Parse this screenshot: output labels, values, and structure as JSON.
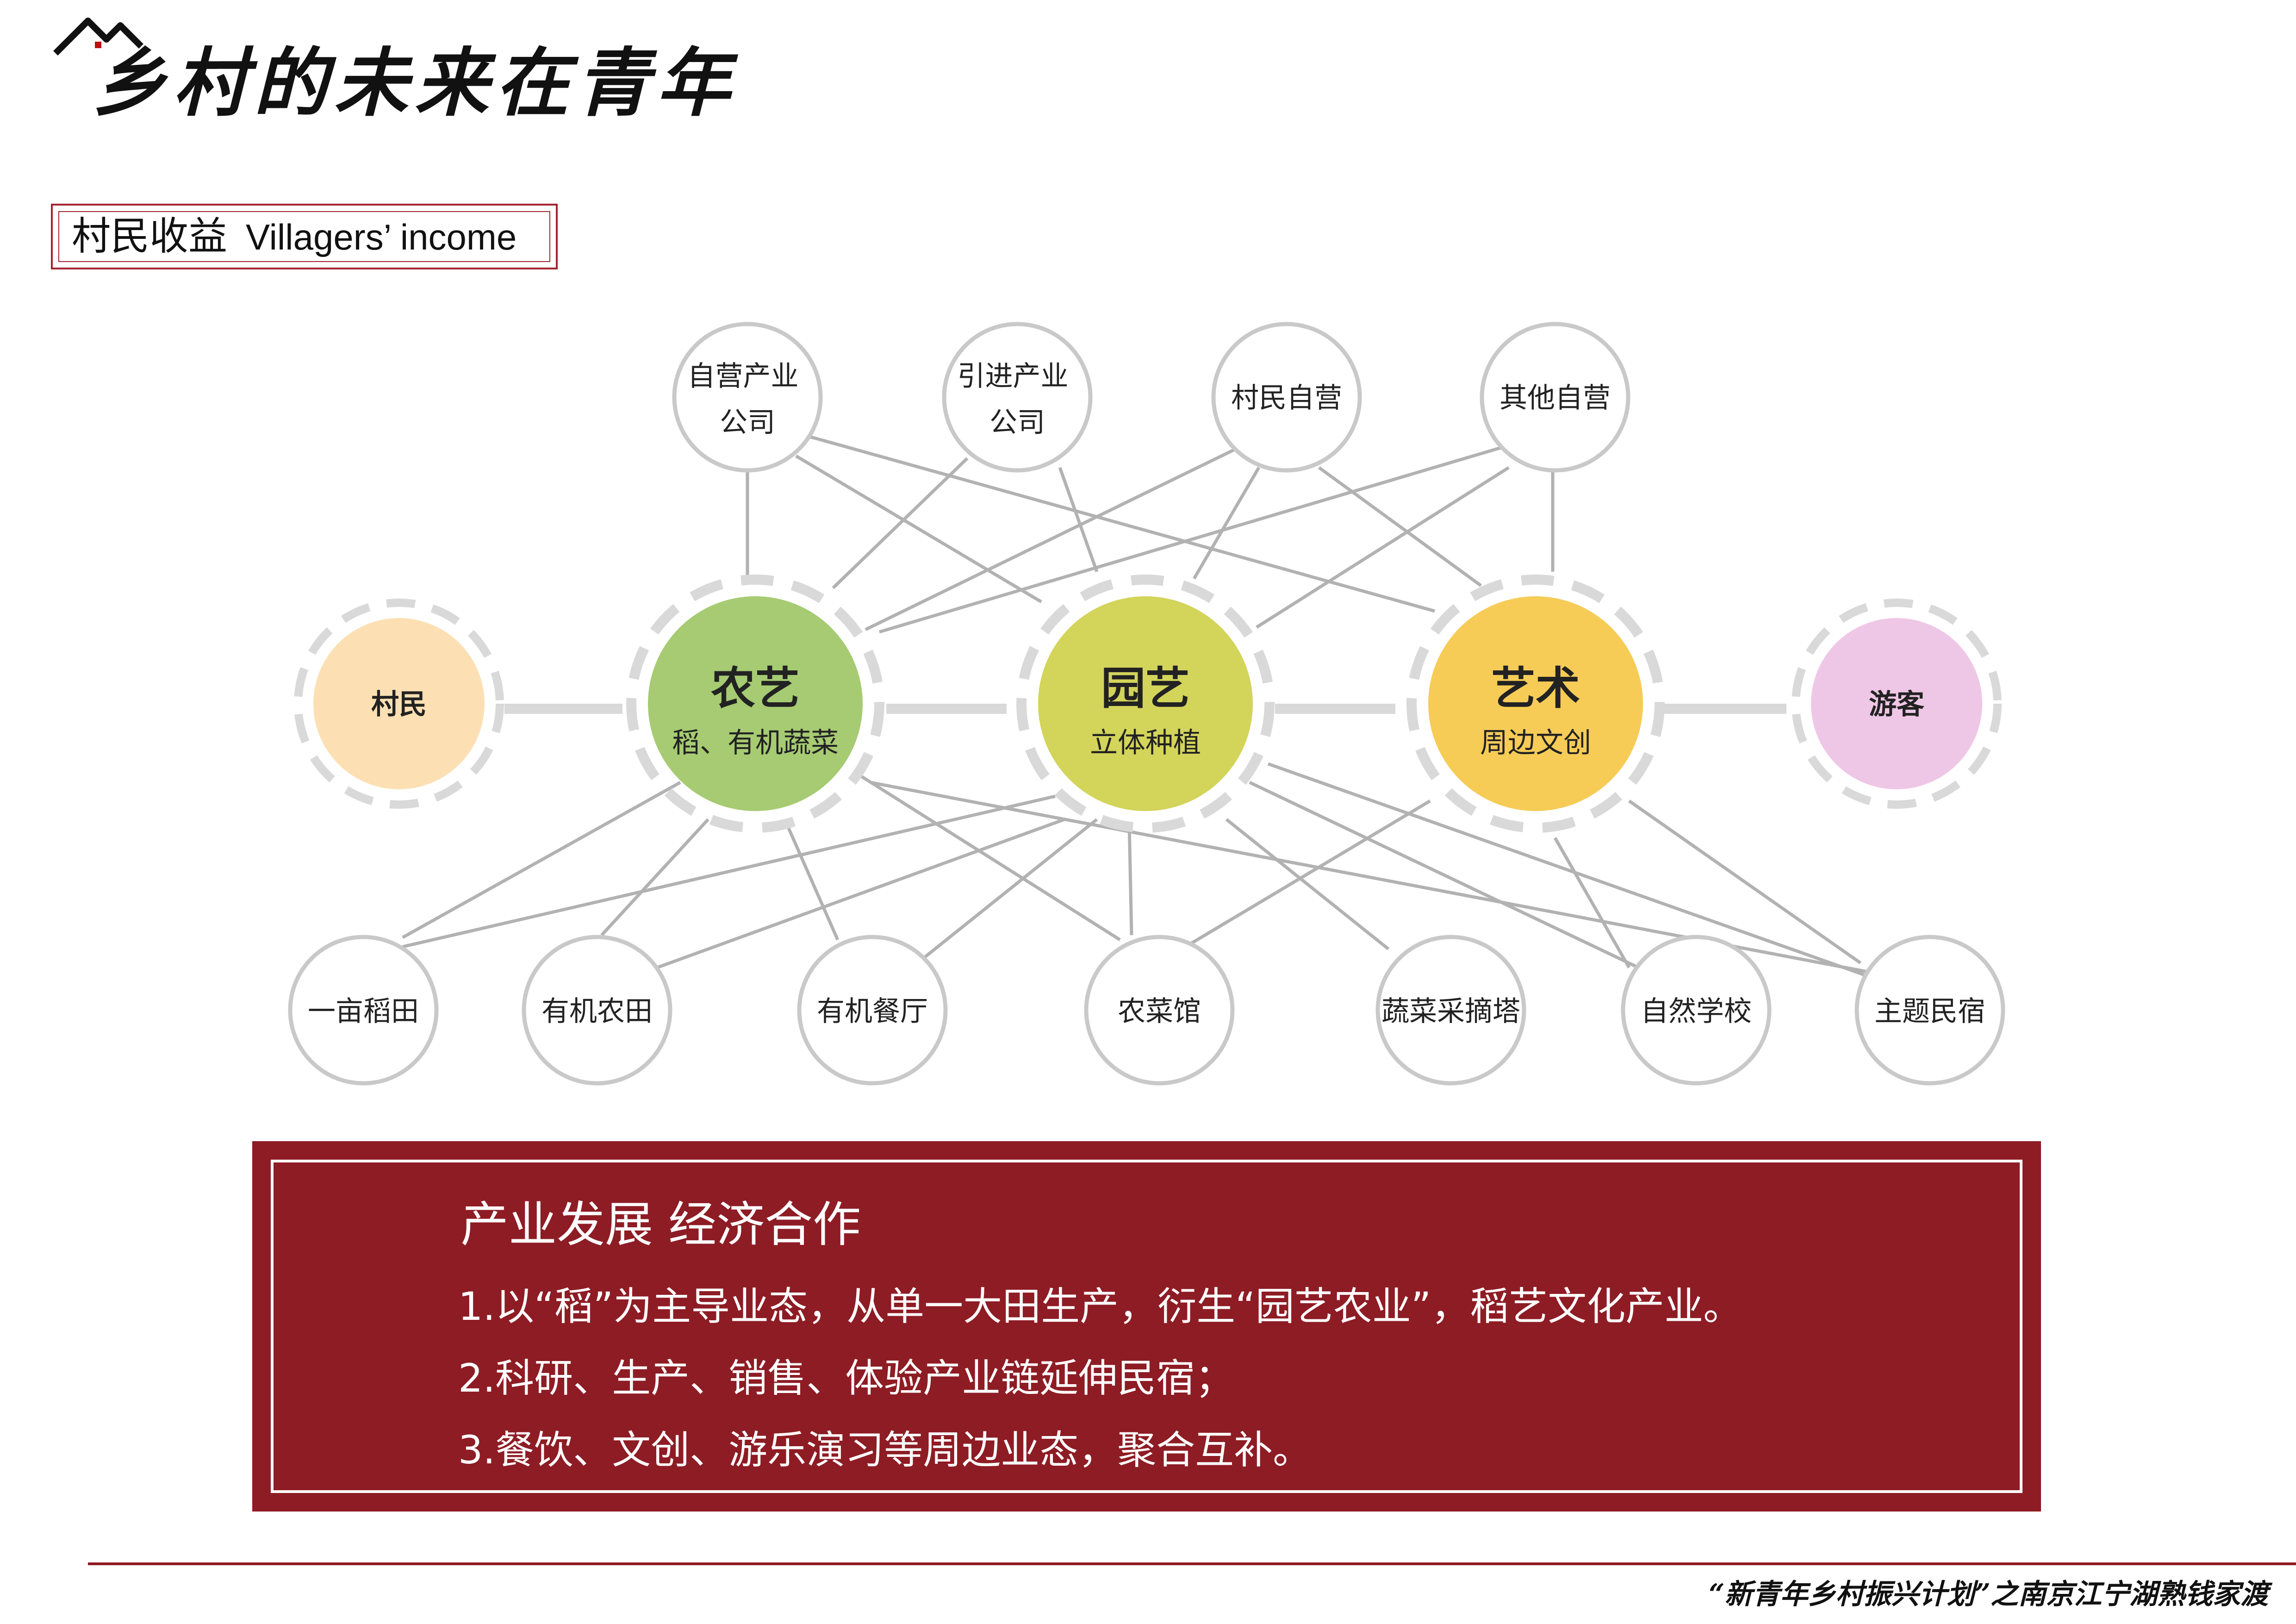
{
  "header": {
    "logo_text": "乡村的未来在青年"
  },
  "section": {
    "title_cn": "村民收益",
    "title_en": "Villagers’ income"
  },
  "diagram": {
    "top_nodes": [
      {
        "lines": [
          "自营产业",
          "公司"
        ]
      },
      {
        "lines": [
          "引进产业",
          "公司"
        ]
      },
      {
        "lines": [
          "村民自营"
        ]
      },
      {
        "lines": [
          "其他自营"
        ]
      }
    ],
    "side_left": {
      "label": "村民",
      "color": "#fce0b4"
    },
    "side_right": {
      "label": "游客",
      "color": "#efc7e6"
    },
    "hubs": [
      {
        "title": "农艺",
        "subtitle": "稻、有机蔬菜",
        "color": "#a6cb72"
      },
      {
        "title": "园艺",
        "subtitle": "立体种植",
        "color": "#d3d45a"
      },
      {
        "title": "艺术",
        "subtitle": "周边文创",
        "color": "#f6cc57"
      }
    ],
    "bottom_nodes": [
      "一亩稻田",
      "有机农田",
      "有机餐厅",
      "农菜馆",
      "蔬菜采摘塔",
      "自然学校",
      "主题民宿"
    ],
    "colors": {
      "line": "#b2b2b2",
      "ring": "#d9d9d9",
      "node_border": "#c9c9c9"
    }
  },
  "panel": {
    "title": "产业发展 经济合作",
    "lines": [
      "1.以“稻”为主导业态，从单一大田生产，衍生“园艺农业”，稻艺文化产业。",
      "2.科研、生产、销售、体验产业链延伸民宿；",
      "3.餐饮、文创、游乐演习等周边业态，聚合互补。"
    ],
    "color": "#8e1c24"
  },
  "footer": {
    "text": "“新青年乡村振兴计划”之南京江宁湖熟钱家渡"
  }
}
